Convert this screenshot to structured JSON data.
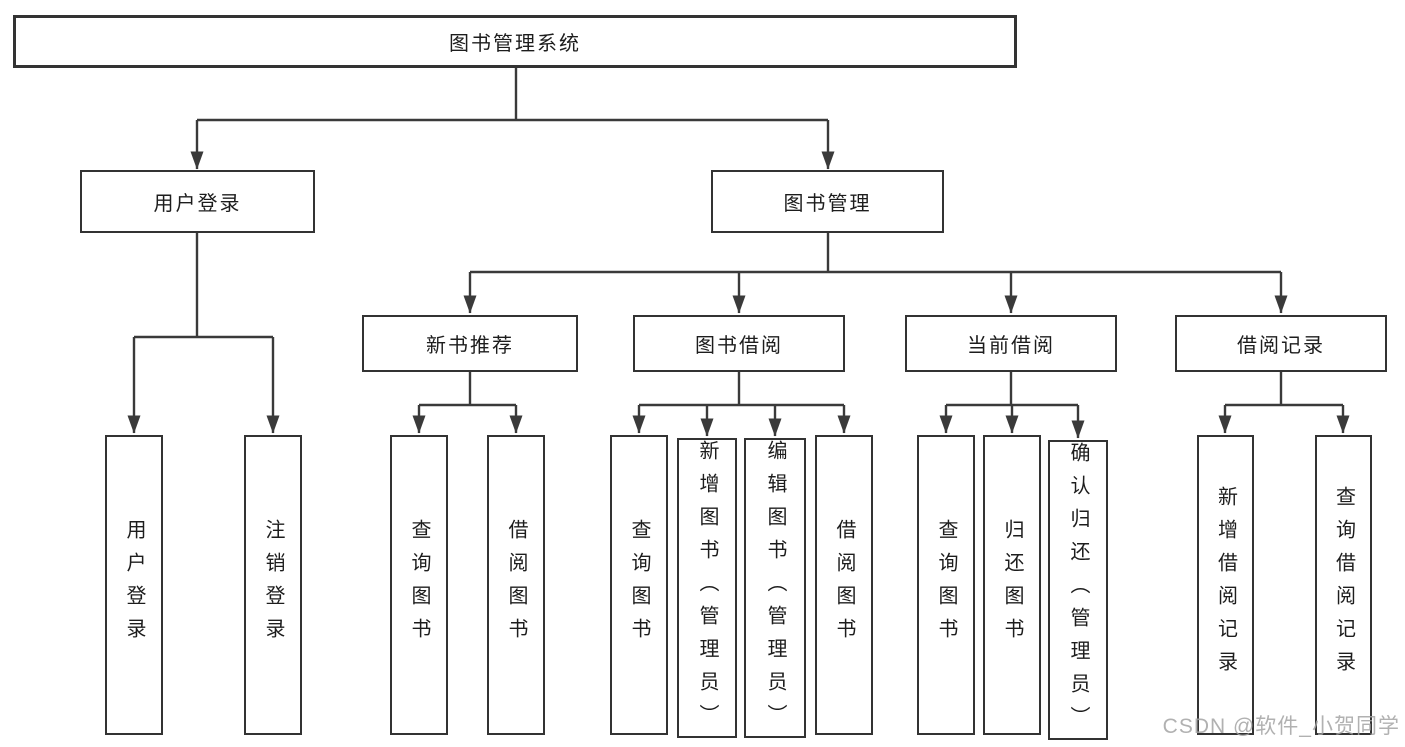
{
  "diagram": {
    "title": "图书管理系统",
    "colors": {
      "line": "#3a3a3a",
      "box_border": "#333333",
      "box_fill": "#ffffff",
      "text": "#1d1d1d",
      "background": "#ffffff",
      "watermark": "#a3a3a3"
    },
    "nodes": {
      "root": {
        "label": "图书管理系统"
      },
      "user_login": {
        "label": "用户登录"
      },
      "book_mgmt": {
        "label": "图书管理"
      },
      "new_book_rec": {
        "label": "新书推荐"
      },
      "book_borrow": {
        "label": "图书借阅"
      },
      "current_borrow": {
        "label": "当前借阅"
      },
      "borrow_record": {
        "label": "借阅记录"
      },
      "leaf_user_login": {
        "label": "用户登录"
      },
      "leaf_logout": {
        "label": "注销登录"
      },
      "leaf_rec_query": {
        "label": "查询图书"
      },
      "leaf_rec_borrow": {
        "label": "借阅图书"
      },
      "leaf_bb_query": {
        "label": "查询图书"
      },
      "leaf_bb_add": {
        "label": "新增图书（管理员）"
      },
      "leaf_bb_edit": {
        "label": "编辑图书（管理员）"
      },
      "leaf_bb_borrow": {
        "label": "借阅图书"
      },
      "leaf_cb_query": {
        "label": "查询图书"
      },
      "leaf_cb_return": {
        "label": "归还图书"
      },
      "leaf_cb_confirm": {
        "label": "确认归还（管理员）"
      },
      "leaf_br_add": {
        "label": "新增借阅记录"
      },
      "leaf_br_query": {
        "label": "查询借阅记录"
      }
    },
    "edges": [
      {
        "from": "root",
        "to": "user_login"
      },
      {
        "from": "root",
        "to": "book_mgmt"
      },
      {
        "from": "user_login",
        "to": "leaf_user_login"
      },
      {
        "from": "user_login",
        "to": "leaf_logout"
      },
      {
        "from": "book_mgmt",
        "to": "new_book_rec"
      },
      {
        "from": "book_mgmt",
        "to": "book_borrow"
      },
      {
        "from": "book_mgmt",
        "to": "current_borrow"
      },
      {
        "from": "book_mgmt",
        "to": "borrow_record"
      },
      {
        "from": "new_book_rec",
        "to": "leaf_rec_query"
      },
      {
        "from": "new_book_rec",
        "to": "leaf_rec_borrow"
      },
      {
        "from": "book_borrow",
        "to": "leaf_bb_query"
      },
      {
        "from": "book_borrow",
        "to": "leaf_bb_add"
      },
      {
        "from": "book_borrow",
        "to": "leaf_bb_edit"
      },
      {
        "from": "book_borrow",
        "to": "leaf_bb_borrow"
      },
      {
        "from": "current_borrow",
        "to": "leaf_cb_query"
      },
      {
        "from": "current_borrow",
        "to": "leaf_cb_return"
      },
      {
        "from": "current_borrow",
        "to": "leaf_cb_confirm"
      },
      {
        "from": "borrow_record",
        "to": "leaf_br_add"
      },
      {
        "from": "borrow_record",
        "to": "leaf_br_query"
      }
    ]
  },
  "watermark": {
    "text": "CSDN @软件_小贺同学"
  }
}
